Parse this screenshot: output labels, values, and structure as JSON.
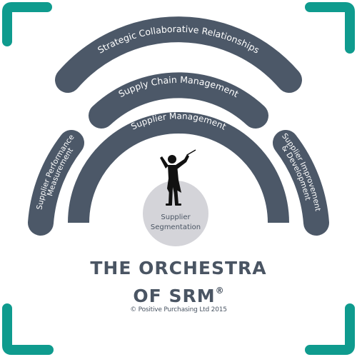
{
  "colors": {
    "accent": "#0f9b8e",
    "arc": "#4c5868",
    "circle": "#d4d4d9",
    "text_dark": "#4a5563"
  },
  "arcs": {
    "outer": "Strategic Collaborative Relationships",
    "middle": "Supply Chain Management",
    "inner": "Supplier Management",
    "left": "Supplier Performance Measurement",
    "right": "Supplier Improvement & Development"
  },
  "center": {
    "line1": "Supplier",
    "line2": "Segmentation",
    "icon": "conductor-icon"
  },
  "title": {
    "line1": "THE ORCHESTRA",
    "line2": "OF SRM",
    "mark": "®"
  },
  "copyright": "© Positive Purchasing Ltd 2015"
}
